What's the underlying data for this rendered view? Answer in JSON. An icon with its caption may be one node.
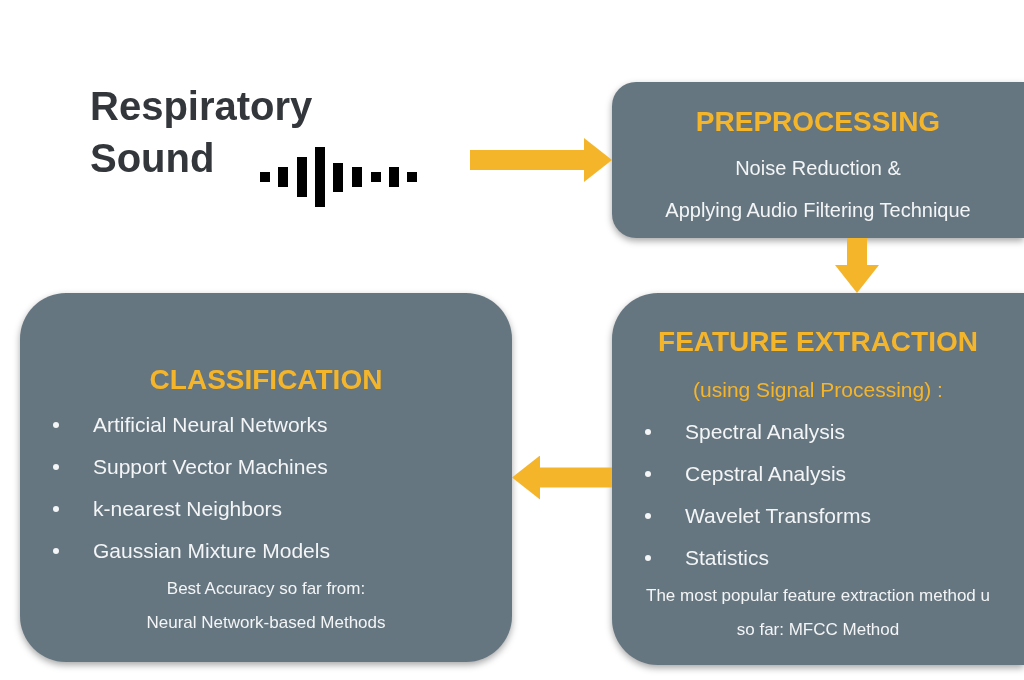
{
  "diagram": {
    "nodes": [
      {
        "text": [
          "Respiratory Sound"
        ]
      },
      {
        "text": [
          "PREPROCESSING",
          "Noise Reduction &",
          "Applying Audio Filtering Technique"
        ]
      },
      {
        "text": [
          "CLASSIFICATION",
          "Artificial Neural Networks",
          "Support Vector Machines",
          "k-nearest Neighbors",
          "Gaussian Mixture Models",
          "Best Accuracy so far from:",
          "Neural Network-based Methods"
        ]
      },
      {
        "text": [
          "FEATURE EXTRACTION",
          "(using Signal Processing) :",
          "Spectral Analysis",
          "Cepstral Analysis",
          "Wavelet Transforms",
          "Statistics",
          "The most popular feature extraction method u",
          "so far: MFCC Method"
        ]
      }
    ],
    "edges": [
      {
        "from": 0,
        "to": 1,
        "arrow": "to"
      },
      {
        "from": 1,
        "to": 3,
        "arrow": "to"
      },
      {
        "from": 3,
        "to": 2,
        "arrow": "to"
      }
    ]
  }
}
